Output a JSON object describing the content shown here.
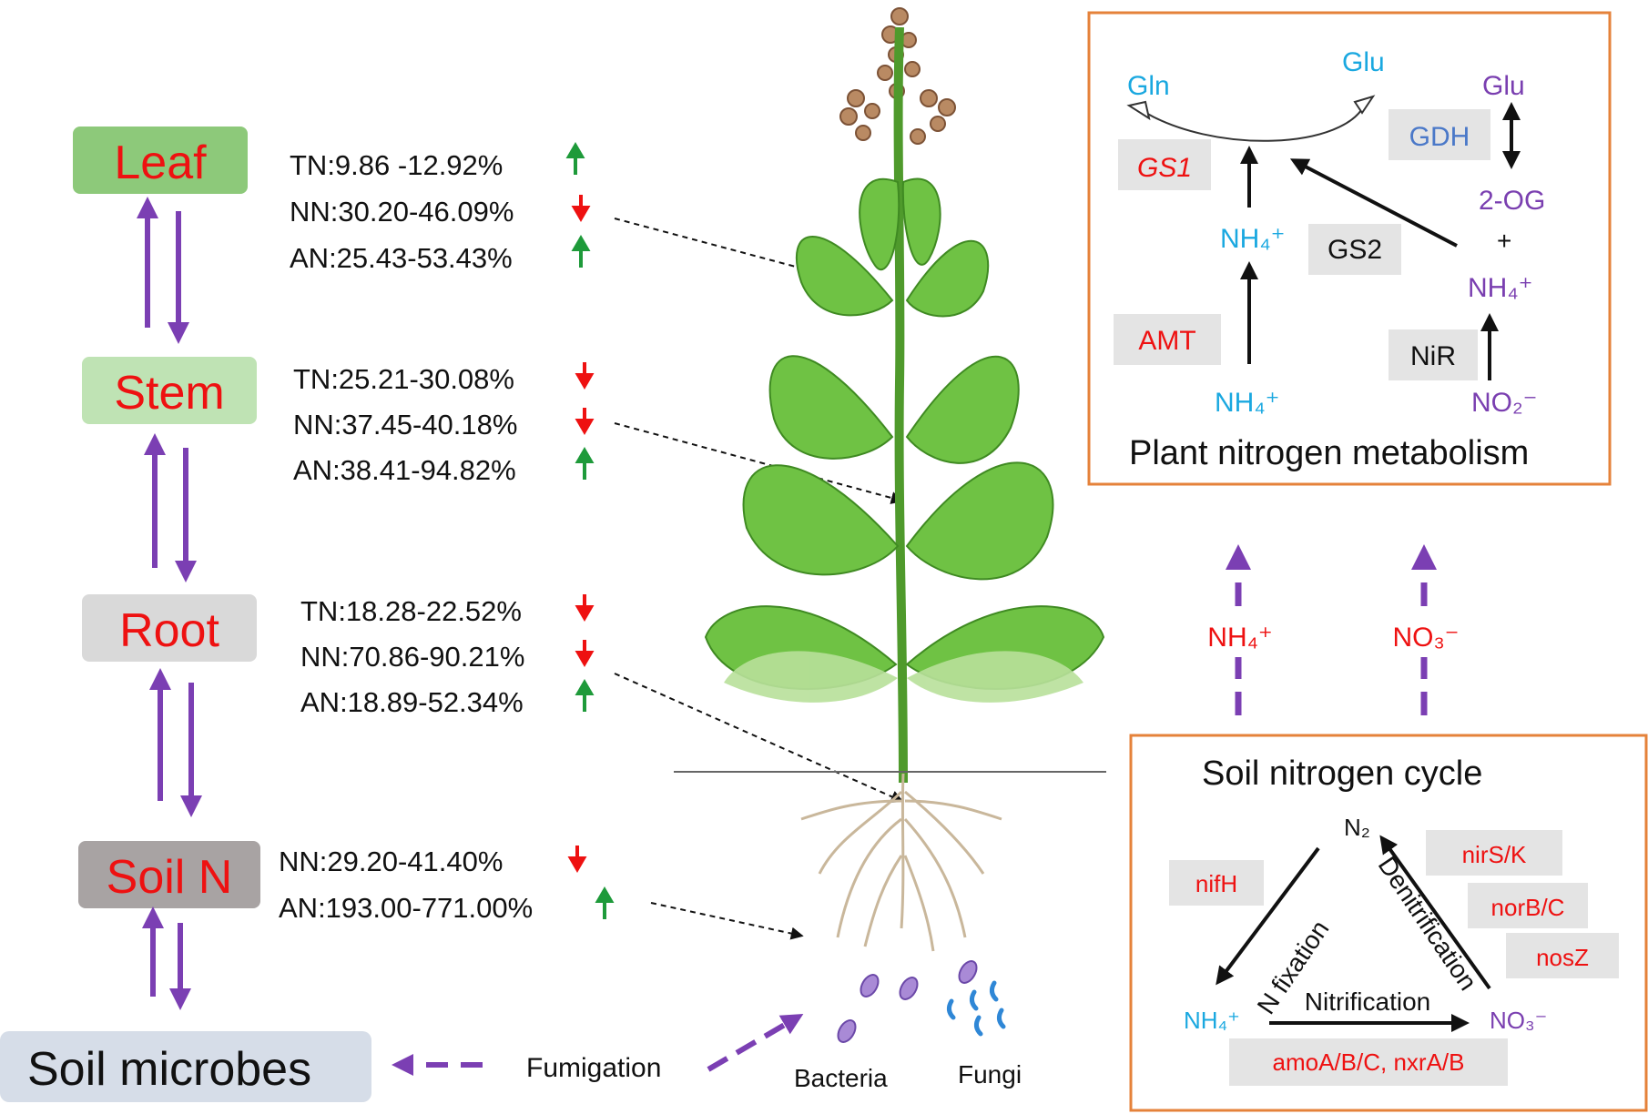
{
  "colors": {
    "purple": "#7b3fb3",
    "red": "#ee1111",
    "green": "#1e9a3a",
    "cyan": "#1aa8e0",
    "violet": "#7a3fb0",
    "blue_label": "#4a78c8",
    "orange_frame": "#e5823a",
    "leaf_green": "#6fc244",
    "gray_box": "#e4e4e4"
  },
  "organs": [
    {
      "label": "Leaf",
      "bg": "#8dc97a",
      "stats": [
        {
          "text": "TN:9.86 -12.92%",
          "dir": "up"
        },
        {
          "text": "NN:30.20-46.09%",
          "dir": "down"
        },
        {
          "text": "AN:25.43-53.43%",
          "dir": "up"
        }
      ]
    },
    {
      "label": "Stem",
      "bg": "#bfe3b4",
      "stats": [
        {
          "text": "TN:25.21-30.08%",
          "dir": "down"
        },
        {
          "text": "NN:37.45-40.18%",
          "dir": "down"
        },
        {
          "text": "AN:38.41-94.82%",
          "dir": "up"
        }
      ]
    },
    {
      "label": "Root",
      "bg": "#d9d9d9",
      "stats": [
        {
          "text": "TN:18.28-22.52%",
          "dir": "down"
        },
        {
          "text": "NN:70.86-90.21%",
          "dir": "down"
        },
        {
          "text": "AN:18.89-52.34%",
          "dir": "up"
        }
      ]
    },
    {
      "label": "Soil N",
      "bg": "#a8a3a3",
      "stats": [
        {
          "text": "NN:29.20-41.40%",
          "dir": "down"
        },
        {
          "text": "AN:193.00-771.00%",
          "dir": "up"
        }
      ]
    }
  ],
  "soil_microbes": "Soil microbes",
  "fumigation": "Fumigation",
  "bacteria": "Bacteria",
  "fungi": "Fungi",
  "plant_metabolism": {
    "title": "Plant nitrogen metabolism",
    "gln": "Gln",
    "glu_top": "Glu",
    "glu_right": "Glu",
    "gdh": "GDH",
    "gs1": "GS1",
    "gs2": "GS2",
    "amt": "AMT",
    "nir": "NiR",
    "two_og": "2-OG",
    "plus": "+",
    "nh4_mid": "NH₄⁺",
    "nh4_low": "NH₄⁺",
    "nh4_right": "NH₄⁺",
    "no2": "NO₂⁻"
  },
  "uptake": {
    "nh4": "NH₄⁺",
    "no3": "NO₃⁻"
  },
  "soil_cycle": {
    "title": "Soil nitrogen cycle",
    "n2": "N₂",
    "nh4": "NH₄⁺",
    "no3": "NO₃⁻",
    "n_fixation": "N fixation",
    "denitrification": "Denitrification",
    "nitrification": "Nitrification",
    "nifh": "nifH",
    "nirsk": "nirS/K",
    "norbc": "norB/C",
    "nosz": "nosZ",
    "amo": "amoA/B/C, nxrA/B"
  }
}
